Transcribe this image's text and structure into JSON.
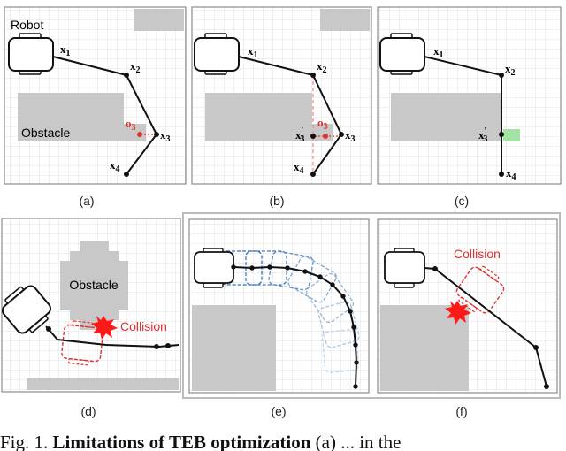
{
  "panels": {
    "a": {
      "caption": "(a)",
      "robot_label": "Robot",
      "obstacle_label": "Obstacle",
      "x1": "x",
      "x1_sub": "1",
      "x2": "x",
      "x2_sub": "2",
      "x3": "x",
      "x3_sub": "3",
      "x4": "x",
      "x4_sub": "4",
      "o3": "o",
      "o3_sub": "3"
    },
    "b": {
      "caption": "(b)",
      "x1": "x",
      "x1_sub": "1",
      "x2": "x",
      "x2_sub": "2",
      "x3": "x",
      "x3_sub": "3",
      "x3p": "x",
      "x3p_sub": "3",
      "x3p_prime": "′",
      "x4": "x",
      "x4_sub": "4",
      "o3": "o",
      "o3_sub": "3"
    },
    "c": {
      "caption": "(c)",
      "x1": "x",
      "x1_sub": "1",
      "x2": "x",
      "x2_sub": "2",
      "x3p": "x",
      "x3p_sub": "3",
      "x3p_prime": "′",
      "x4": "x",
      "x4_sub": "4"
    },
    "d": {
      "caption": "(d)",
      "obstacle_label": "Obstacle",
      "collision_label": "Collision"
    },
    "e": {
      "caption": "(e)"
    },
    "f": {
      "caption": "(f)",
      "collision_label": "Collision"
    }
  },
  "figure_caption": {
    "prefix": "Fig. 1.",
    "bold": "Limitations of TEB optimization",
    "rest": "(a) ... in the"
  },
  "colors": {
    "grid": "#d9d9d9",
    "frame": "#8c8c8c",
    "obstacle": "#c8c8c8",
    "path": "#111111",
    "highlight": "#e03030",
    "green": "#a3e3a3",
    "blue": "#2f6fb5"
  }
}
